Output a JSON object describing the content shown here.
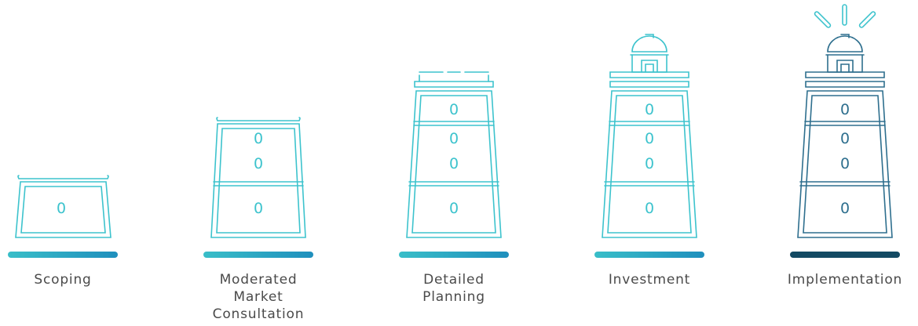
{
  "colors": {
    "tower_stroke": "#3dc3cd",
    "final_stroke": "#2e6f8e",
    "bar_dark": "#134a63"
  },
  "stages": [
    {
      "label_lines": [
        "Scoping"
      ],
      "window_labels": [
        "0"
      ],
      "level": 1
    },
    {
      "label_lines": [
        "Moderated",
        "Market",
        "Consultation"
      ],
      "window_labels": [
        "0",
        "0",
        "0"
      ],
      "level": 2
    },
    {
      "label_lines": [
        "Detailed",
        "Planning"
      ],
      "window_labels": [
        "0",
        "0",
        "0",
        "0"
      ],
      "level": 3
    },
    {
      "label_lines": [
        "Investment"
      ],
      "window_labels": [
        "0",
        "0",
        "0",
        "0"
      ],
      "level": 4
    },
    {
      "label_lines": [
        "Implementation"
      ],
      "window_labels": [
        "0",
        "0",
        "0",
        "0"
      ],
      "level": 5
    }
  ]
}
